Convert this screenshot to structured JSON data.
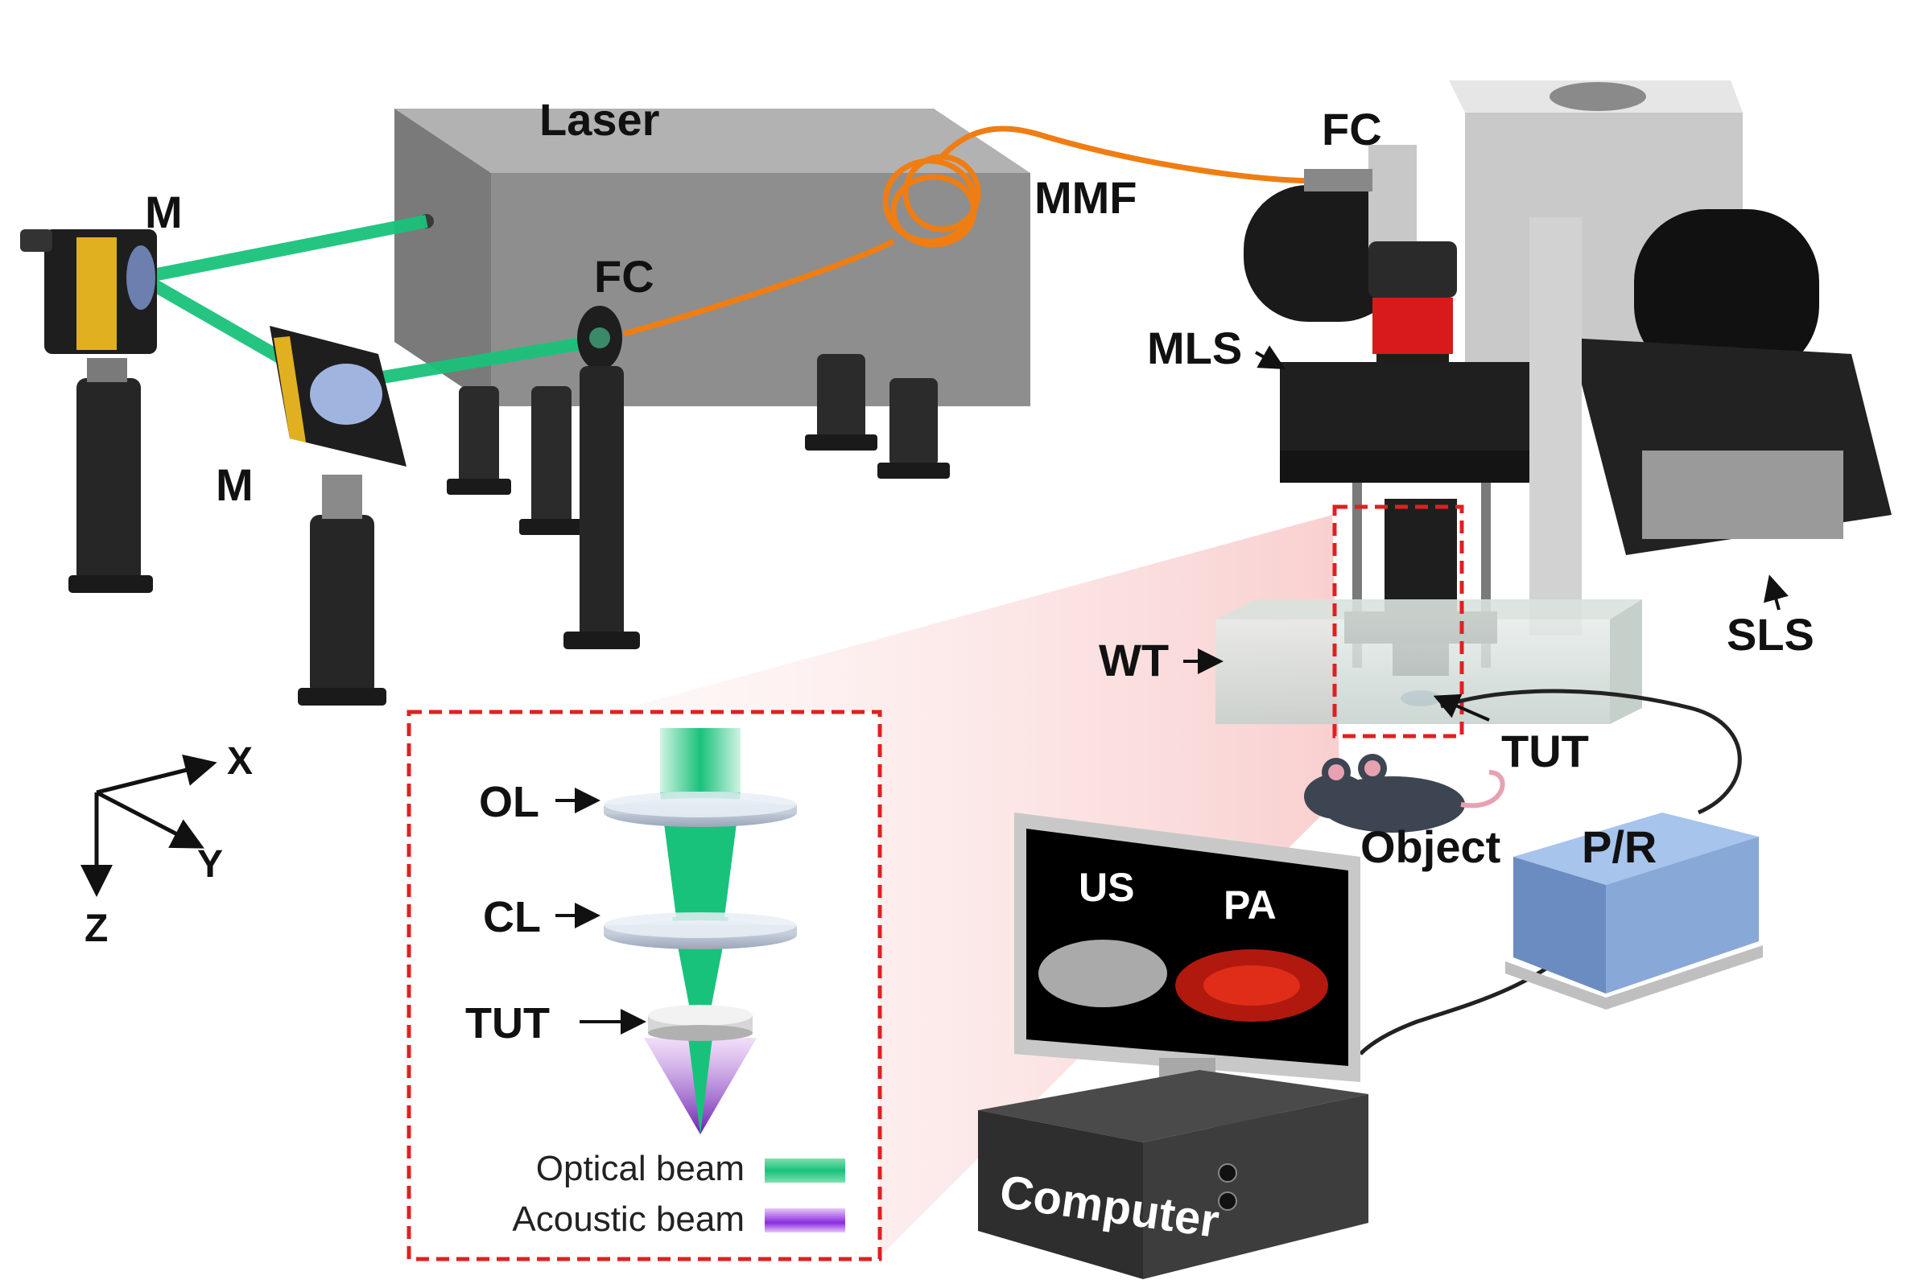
{
  "labels": {
    "laser": "Laser",
    "mirror_1": "M",
    "mirror_2": "M",
    "fiber_coupler_laser": "FC",
    "fiber_coupler_head": "FC",
    "mmf": "MMF",
    "mls": "MLS",
    "sls": "SLS",
    "wt": "WT",
    "tut_system": "TUT",
    "object": "Object",
    "pr": "P/R"
  },
  "axes": {
    "x": "X",
    "y": "Y",
    "z": "Z"
  },
  "inset": {
    "ol": "OL",
    "cl": "CL",
    "tut": "TUT",
    "legend_optical": "Optical beam",
    "legend_acoustic": "Acoustic beam"
  },
  "monitor": {
    "us": "US",
    "pa": "PA"
  },
  "computer": {
    "label": "Computer"
  },
  "colors": {
    "optical_beam": "#19c27a",
    "acoustic_beam": "#8a2be2",
    "inset_border": "#e02020",
    "fiber": "#f07d12",
    "pr_box": "#7fa4d8",
    "laser_box": "#8c8c8c"
  }
}
